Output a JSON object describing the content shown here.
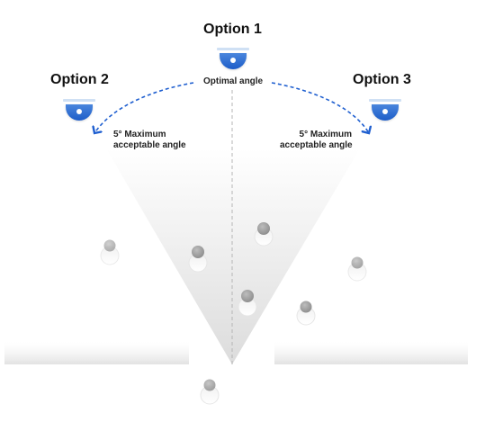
{
  "options": [
    {
      "id": "option1",
      "label": "Option 1"
    },
    {
      "id": "option2",
      "label": "Option 2"
    },
    {
      "id": "option3",
      "label": "Option 3"
    }
  ],
  "optimal_label": "Optimal angle",
  "max_label_left": {
    "line1": "5° Maximum",
    "line2": "acceptable angle"
  },
  "max_label_right": {
    "line1": "5° Maximum",
    "line2": "acceptable angle"
  },
  "colors": {
    "camera_blue": "#2164d1",
    "arrow_blue": "#1f5fd0",
    "center_line": "#b5b5b5",
    "person_gray": "#9a9a9a"
  },
  "icons": [
    "camera-icon",
    "person-icon",
    "dashed-arrow-icon"
  ]
}
